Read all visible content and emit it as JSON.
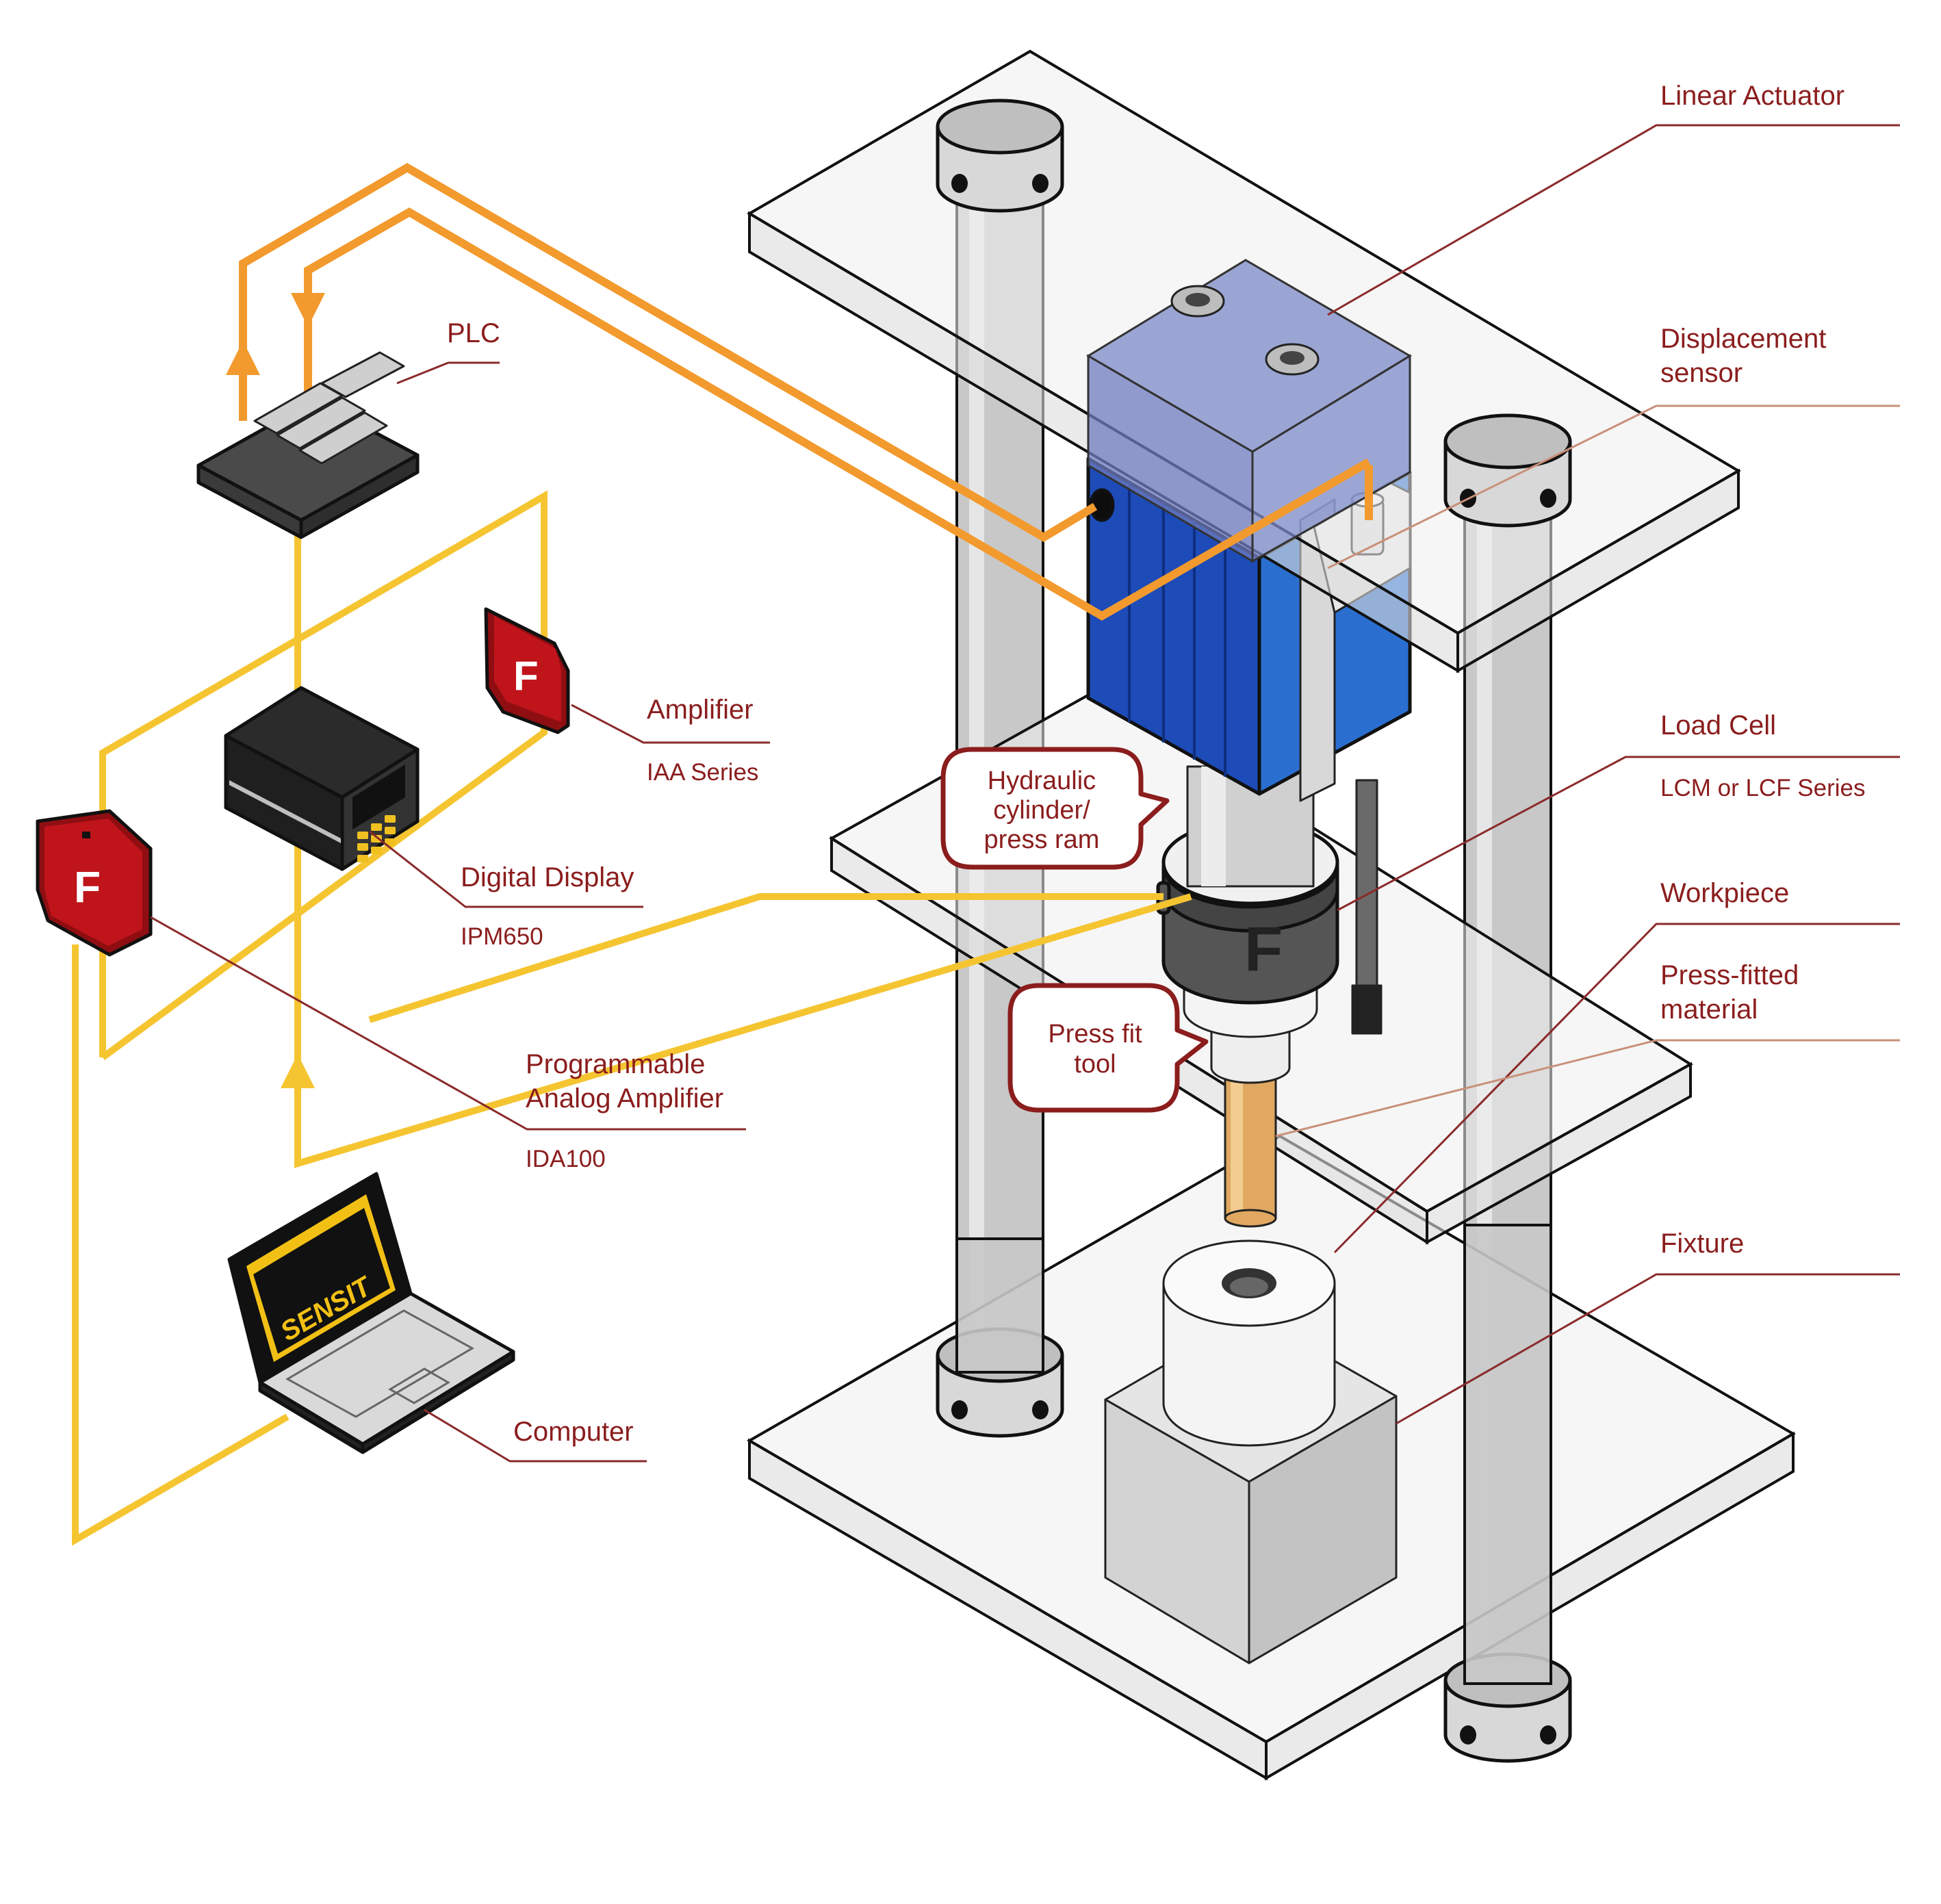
{
  "labels": {
    "linear_actuator": "Linear Actuator",
    "displacement_1": "Displacement",
    "displacement_2": "sensor",
    "plc": "PLC",
    "amplifier": "Amplifier",
    "amplifier_series": "IAA Series",
    "load_cell": "Load Cell",
    "load_cell_series": "LCM or LCF Series",
    "workpiece": "Workpiece",
    "press_fitted_1": "Press-fitted",
    "press_fitted_2": "material",
    "digital_display": "Digital Display",
    "digital_display_model": "IPM650",
    "prog_amp_1": "Programmable",
    "prog_amp_2": "Analog Amplifier",
    "prog_amp_model": "IDA100",
    "fixture": "Fixture",
    "computer": "Computer"
  },
  "callouts": {
    "hydraulic_1": "Hydraulic",
    "hydraulic_2": "cylinder/",
    "hydraulic_3": "press ram",
    "press_fit_1": "Press fit",
    "press_fit_2": "tool"
  },
  "brand": {
    "laptop_screen": "SENSIT"
  },
  "colors": {
    "label_text": "#8b1d1d",
    "signal_orange": "#f29a2e",
    "signal_yellow": "#f5c531",
    "amplifier_red": "#c0141b",
    "actuator_blue": "#1f5fbf"
  }
}
